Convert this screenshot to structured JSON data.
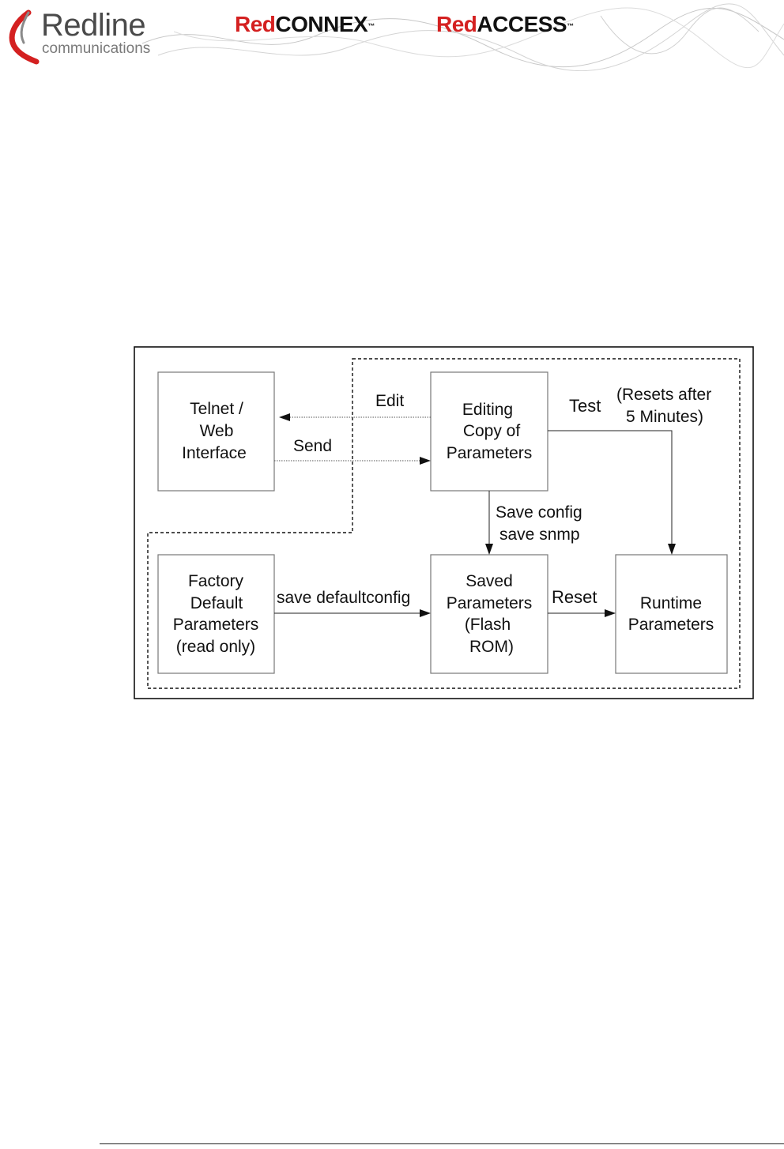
{
  "header": {
    "logo": {
      "title": "Redline",
      "subtitle": "communications"
    },
    "brands": [
      {
        "red": "Red",
        "black": "CONNEX",
        "tm": "™"
      },
      {
        "red": "Red",
        "black": "ACCESS",
        "tm": "™"
      }
    ],
    "colors": {
      "brand_red": "#d42020",
      "logo_gray": "#4a4a4a"
    }
  },
  "diagram": {
    "nodes": {
      "telnet": [
        "Telnet /",
        "Web",
        "Interface"
      ],
      "editing": [
        "Editing",
        "Copy of",
        "Parameters"
      ],
      "factory": [
        "Factory",
        "Default",
        "Parameters",
        "(read only)"
      ],
      "saved": [
        "Saved",
        "Parameters",
        "(Flash",
        "ROM)"
      ],
      "runtime": [
        "Runtime",
        "Parameters"
      ]
    },
    "edges": {
      "edit": "Edit",
      "send": "Send",
      "test": "Test",
      "test_note": [
        "(Resets after",
        "5 Minutes)"
      ],
      "save": [
        "Save config",
        "save snmp"
      ],
      "save_default": "save defaultconfig",
      "reset": "Reset"
    }
  }
}
